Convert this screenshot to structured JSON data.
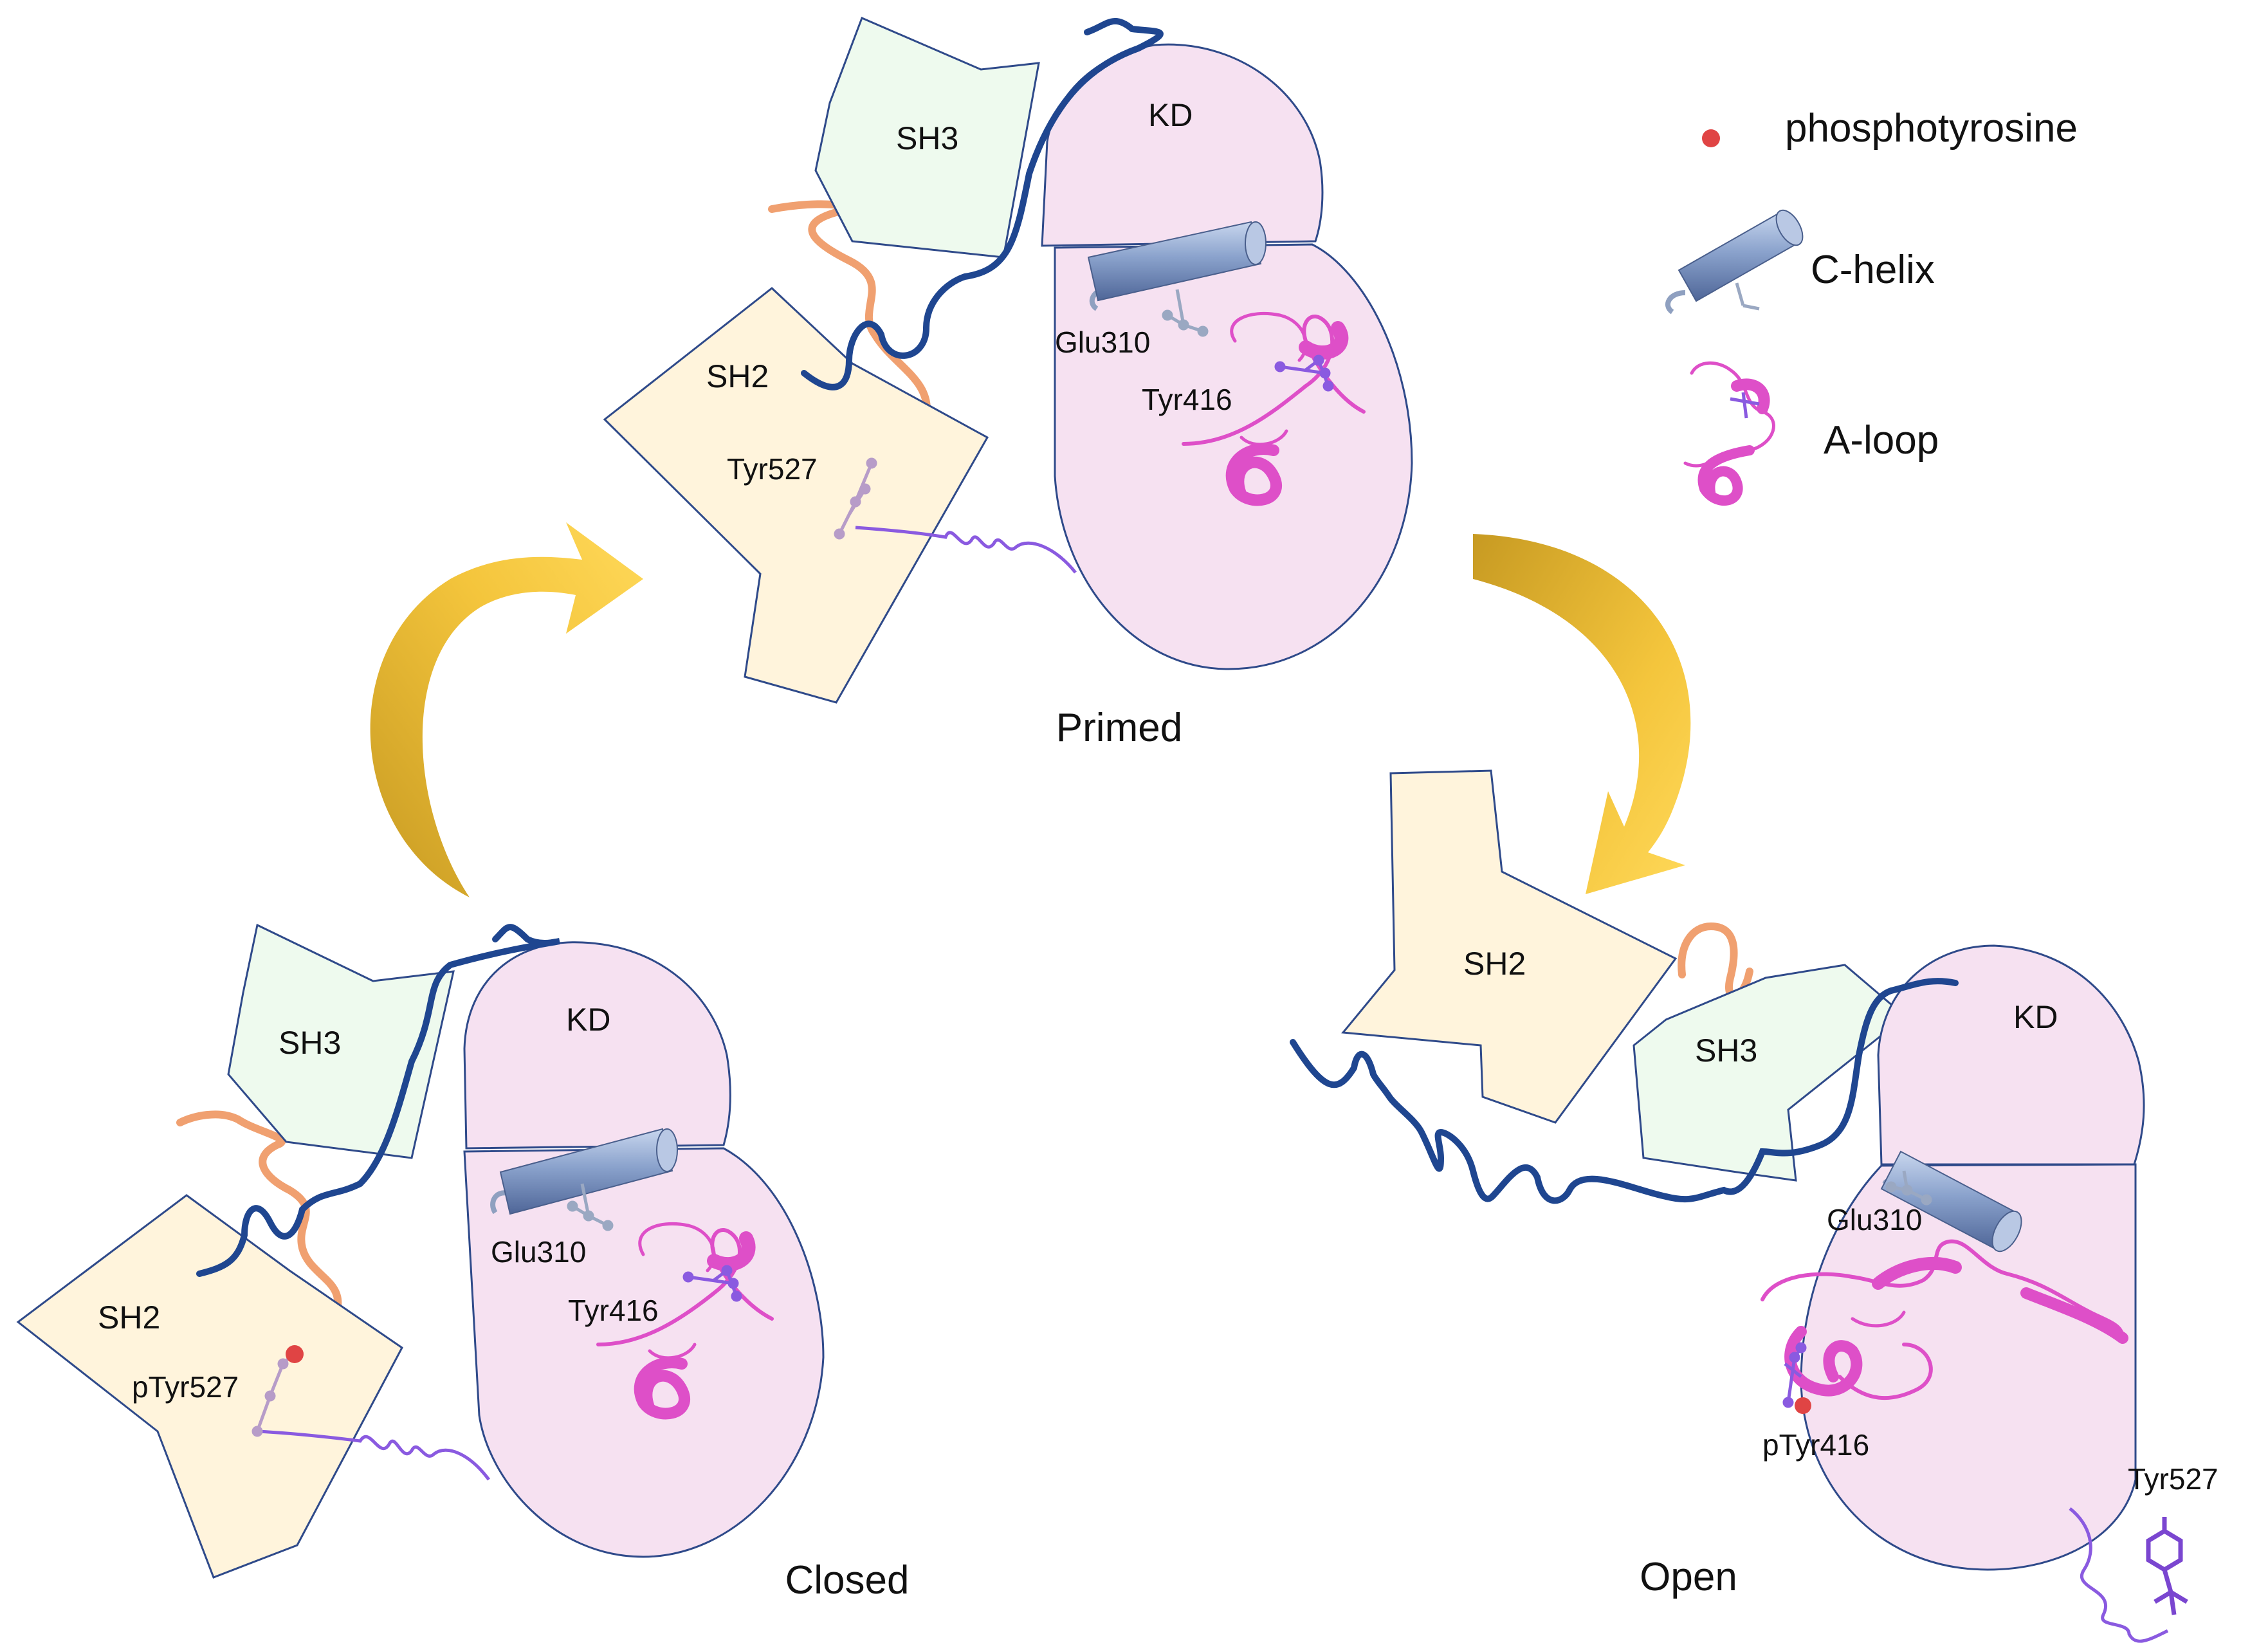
{
  "colors": {
    "sh2_fill": "#fff4dc",
    "sh3_fill": "#eefaee",
    "kd_fill": "#f6e1f1",
    "outline": "#2f4a8a",
    "linker_navy": "#1f4690",
    "linker_orange": "#f0a070",
    "tail_purple": "#8a5ae0",
    "helix": "#7f97c2",
    "aloop": "#de4fc8",
    "phospho": "#e04444",
    "arrow": "#f6c43a"
  },
  "legend": {
    "phosphotyrosine": "phosphotyrosine",
    "c_helix": "C-helix",
    "a_loop": "A-loop"
  },
  "states": {
    "primed": {
      "name": "Primed",
      "sh3": "SH3",
      "sh2": "SH2",
      "kd": "KD",
      "glu": "Glu310",
      "tyr_loop": "Tyr416",
      "tyr_tail": "Tyr527"
    },
    "closed": {
      "name": "Closed",
      "sh3": "SH3",
      "sh2": "SH2",
      "kd": "KD",
      "glu": "Glu310",
      "tyr_loop": "Tyr416",
      "tyr_tail": "pTyr527"
    },
    "open": {
      "name": "Open",
      "sh3": "SH3",
      "sh2": "SH2",
      "kd": "KD",
      "glu": "Glu310",
      "tyr_loop": "pTyr416",
      "tyr_tail": "Tyr527"
    }
  }
}
